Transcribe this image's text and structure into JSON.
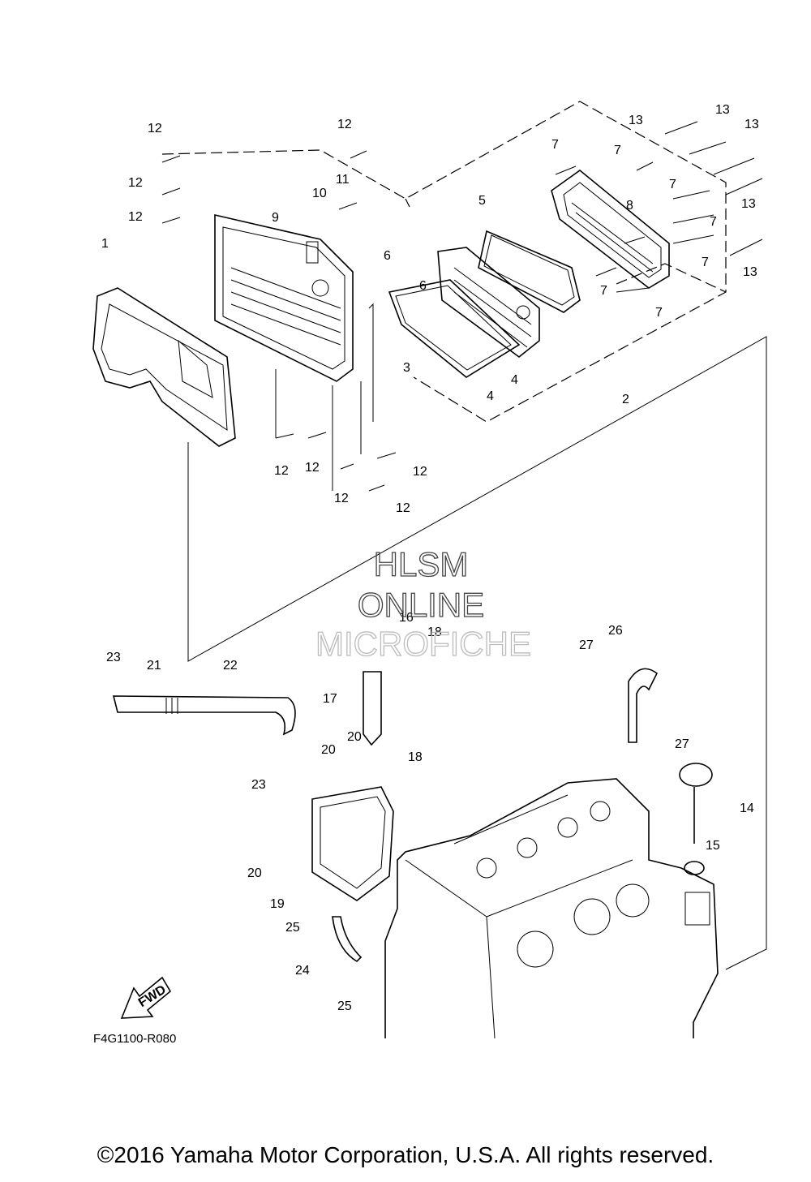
{
  "callouts": [
    "1",
    "2",
    "3",
    "4",
    "5",
    "6",
    "7",
    "8",
    "9",
    "10",
    "11",
    "12",
    "13",
    "14",
    "15",
    "16",
    "17",
    "18",
    "19",
    "20",
    "21",
    "22",
    "23",
    "24",
    "25",
    "26",
    "27"
  ],
  "watermark": {
    "line1": "HLSM",
    "line2": "ONLINE",
    "line3": "MICROFICHE"
  },
  "fwd_label": "FWD",
  "figure_code": "F4G1100-R080",
  "copyright": "©2016 Yamaha Motor Corporation, U.S.A. All rights reserved."
}
